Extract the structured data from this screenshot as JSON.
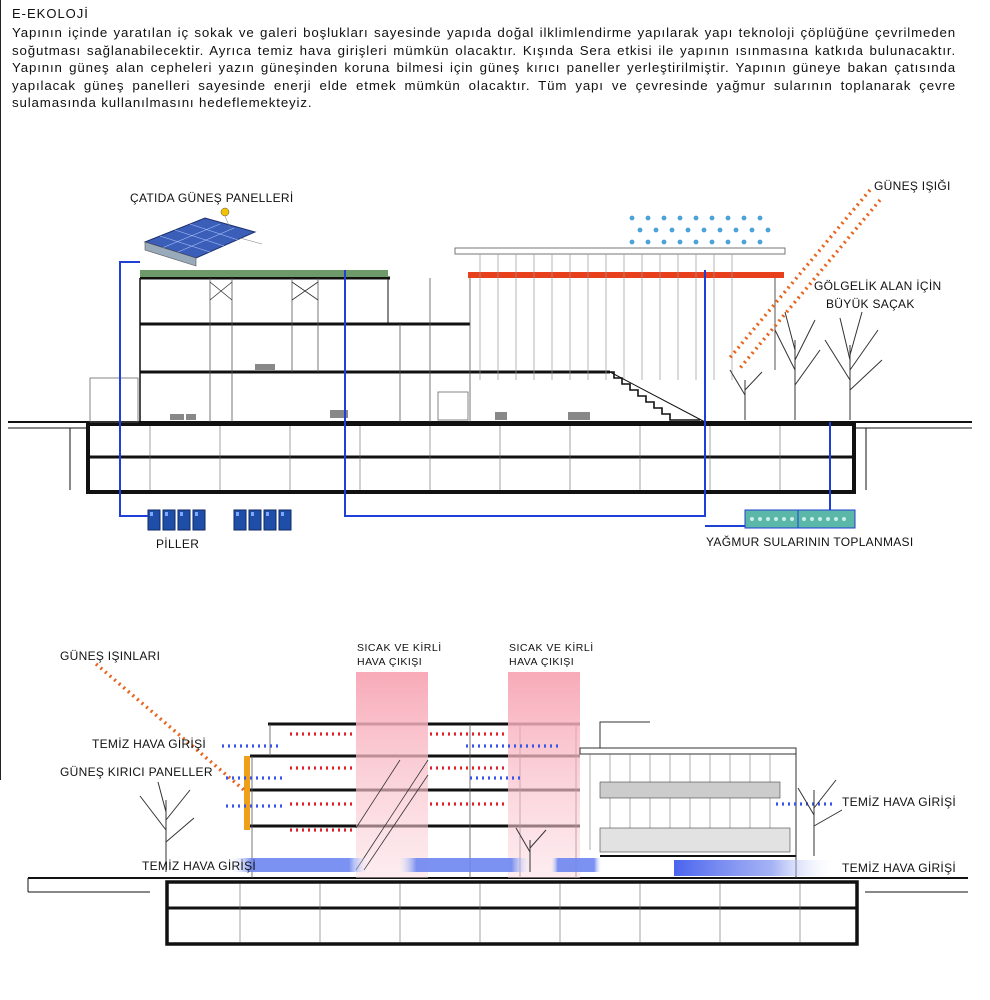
{
  "header": {
    "title": "E-EKOLOJİ",
    "paragraph": "Yapının içinde yaratılan iç sokak ve galeri boşlukları sayesinde yapıda doğal ilklimlendirme yapılarak yapı teknoloji çöplüğüne çevrilmeden soğutması sağlanabilecektir. Ayrıca temiz hava girişleri mümkün olacaktır.  Kışında Sera etkisi ile yapının ısınmasına katkıda bulunacaktır. Yapının güneş alan cepheleri  yazın güneşinden koruna bilmesi için güneş kırıcı paneller yerleştirilmiştir.  Yapının güneye bakan çatısında yapılacak güneş panelleri sayesinde enerji elde etmek mümkün olacaktır. Tüm yapı ve çevresinde yağmur sularının toplanarak çevre sulamasında kullanılmasını hedeflemekteyiz."
  },
  "section1": {
    "label_roof_panels": "ÇATIDA GÜNEŞ PANELLERİ",
    "label_sunlight": "GÜNEŞ IŞIĞI",
    "label_overhang_1": "GÖLGELİK ALAN İÇİN",
    "label_overhang_2": "BÜYÜK SAÇAK",
    "label_batteries": "PİLLER",
    "label_rainwater": "YAĞMUR SULARININ TOPLANMASI"
  },
  "section2": {
    "label_sun_rays": "GÜNEŞ IŞINLARI",
    "label_hot_air_1a": "SICAK VE KİRLİ",
    "label_hot_air_1b": "HAVA ÇIKIŞI",
    "label_hot_air_2a": "SICAK VE KİRLİ",
    "label_hot_air_2b": "HAVA ÇIKIŞI",
    "label_fresh_air_left": "TEMİZ HAVA GİRİŞİ",
    "label_shading_panels": "GÜNEŞ KIRICI PANELLER",
    "label_fresh_air_ground": "TEMİZ HAVA GİRİŞİ",
    "label_fresh_air_right_upper": "TEMİZ HAVA GİRİŞİ",
    "label_fresh_air_right_lower": "TEMİZ HAVA GİRİŞİ"
  },
  "colors": {
    "structure": "#111111",
    "water_pipe": "#1f3fd6",
    "sun_ray": "#e8641e",
    "hot_air": "#f7b8c4",
    "roof_accent": "#e8401c",
    "green_roof": "#6e9a6a",
    "fresh_air": "#3a55e8",
    "hot_air_dots": "#e0202a",
    "rain": "#4aa3d8",
    "shading_panel": "#f0a018"
  }
}
